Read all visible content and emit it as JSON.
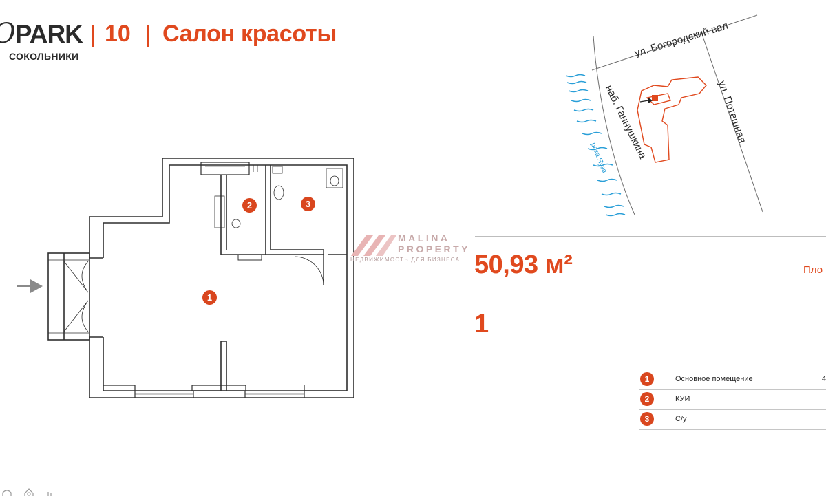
{
  "header": {
    "brand_name": "PARK",
    "brand_subtitle": "СОКОЛЬНИКИ",
    "number": "10",
    "title": "Салон красоты"
  },
  "plan": {
    "room_badges": [
      "1",
      "2",
      "3"
    ]
  },
  "map": {
    "street_top": "ул. Богородский вал",
    "street_right": "ул. Потешная",
    "embankment": "наб. Ганнушкина",
    "river": "река Яуза"
  },
  "watermark": {
    "line1": "MALINA",
    "line2": "PROPERTY",
    "line3": "НЕДВИЖИМОСТЬ ДЛЯ БИЗНЕСА"
  },
  "stats": {
    "area_value": "50,93 м²",
    "area_label_partial": "Пло",
    "rooms_value": "1"
  },
  "legend": [
    {
      "num": "1",
      "name": "Основное помещение",
      "value": "4"
    },
    {
      "num": "2",
      "name": "КУИ",
      "value": ""
    },
    {
      "num": "3",
      "name": "С/у",
      "value": ""
    }
  ],
  "colors": {
    "accent": "#e0491e",
    "text": "#2a2a2a",
    "river": "#2a9fd8",
    "rule": "#bdbdbd"
  }
}
